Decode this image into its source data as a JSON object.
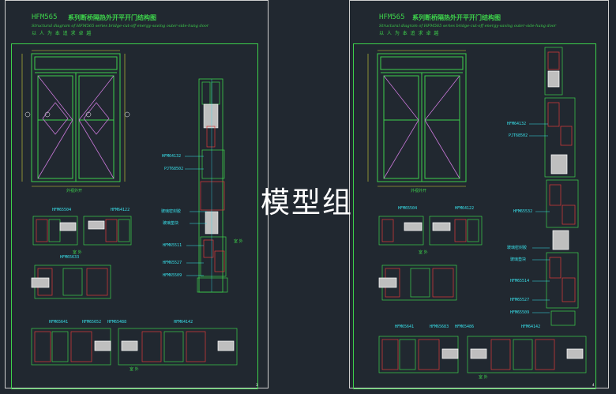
{
  "watermark": "模型组",
  "left": {
    "code": "HFM565",
    "title": "系列断桥隔热外开平开门结构图",
    "subtitle": "Structural diagram of HFM565 series bridge-cut-off energy-saving outer-side-hung door",
    "note": "以 人 为 本   追 求 卓 越",
    "elevation_label": "外视外开",
    "labels": {
      "hfm64132": "HFM64132",
      "pjt": "PJT68502",
      "seal_strip": "玻璃密封胶",
      "glass_block": "玻璃垫块",
      "hfm65511": "HFM65511",
      "hfm65527": "HFM65527",
      "hfm65509": "HFM65509",
      "hfm65504": "HFM65504",
      "hfm64122": "HFM64122",
      "hfm65633": "HFM65633",
      "hfm65641": "HFM65641",
      "hfm65652": "HFM65652",
      "hfm65488": "HFM65488",
      "hfm64142": "HFM64142",
      "indoor": "室 外",
      "indoor2": "室 外",
      "outdoor": "室 外"
    },
    "page_no": "3"
  },
  "right": {
    "code": "HFM565",
    "title": "系列断桥隔热外开平开门结构图",
    "subtitle": "Structural diagram of HFM565 series bridge-cut-off energy-saving outer-side-hung door",
    "note": "以 人 为 本   追 求 卓 越",
    "elevation_label": "外视外开",
    "labels": {
      "hfm64132": "HFM64132",
      "pjt": "PJT68502",
      "hfm65532": "HFM65532",
      "seal_strip": "玻璃密封胶",
      "glass_block": "玻璃垫块",
      "hfm65514": "HFM65514",
      "hfm65527": "HFM65527",
      "hfm65509": "HFM65509",
      "hfm65504": "HFM65504",
      "hfm64122": "HFM64122",
      "hfm65641": "HFM65641",
      "hfm65683": "HFM65683",
      "hfm65486": "HFM65486",
      "hfm64142": "HFM64142",
      "indoor": "室 外",
      "outdoor": "室 外"
    },
    "page_no": "4"
  },
  "colors": {
    "background": "#212830",
    "profile": "#3dd14b",
    "leader": "#38e0ea",
    "glass": "#c878d8",
    "rubber": "#e03a3a",
    "dim": "#d4d43a",
    "white": "#ffffff"
  }
}
